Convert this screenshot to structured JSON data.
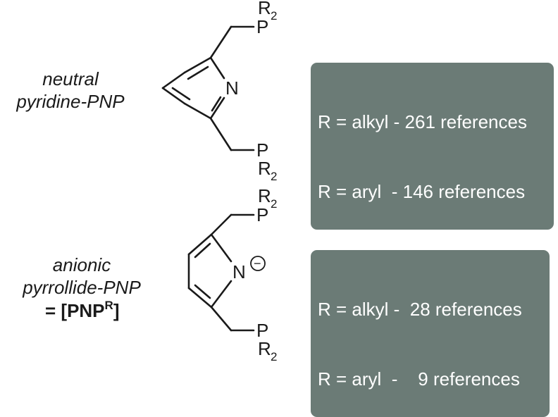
{
  "colors": {
    "box_background": "#6b7b76",
    "box_text": "#ffffff",
    "bond": "#1a1a1a"
  },
  "pyridine": {
    "label_line1": "neutral",
    "label_line2": "pyridine-PNP",
    "atom_N": "N",
    "top_P": "P",
    "top_R": "R",
    "top_R_sub": "2",
    "bottom_P": "P",
    "bottom_R": "R",
    "bottom_R_sub": "2",
    "refs": [
      "R = alkyl - 261 references",
      "R = aryl  - 146 references"
    ]
  },
  "pyrrollide": {
    "label_line1": "anionic",
    "label_line2": "pyrrollide-PNP",
    "label_line3_prefix": "= [PNP",
    "label_line3_sup": "R",
    "label_line3_suffix": "]",
    "atom_N": "N",
    "charge": "−",
    "top_P": "P",
    "top_R": "R",
    "top_R_sub": "2",
    "bottom_P": "P",
    "bottom_R": "R",
    "bottom_R_sub": "2",
    "refs": [
      "R = alkyl -  28 references",
      "R = aryl  -    9 references"
    ]
  }
}
